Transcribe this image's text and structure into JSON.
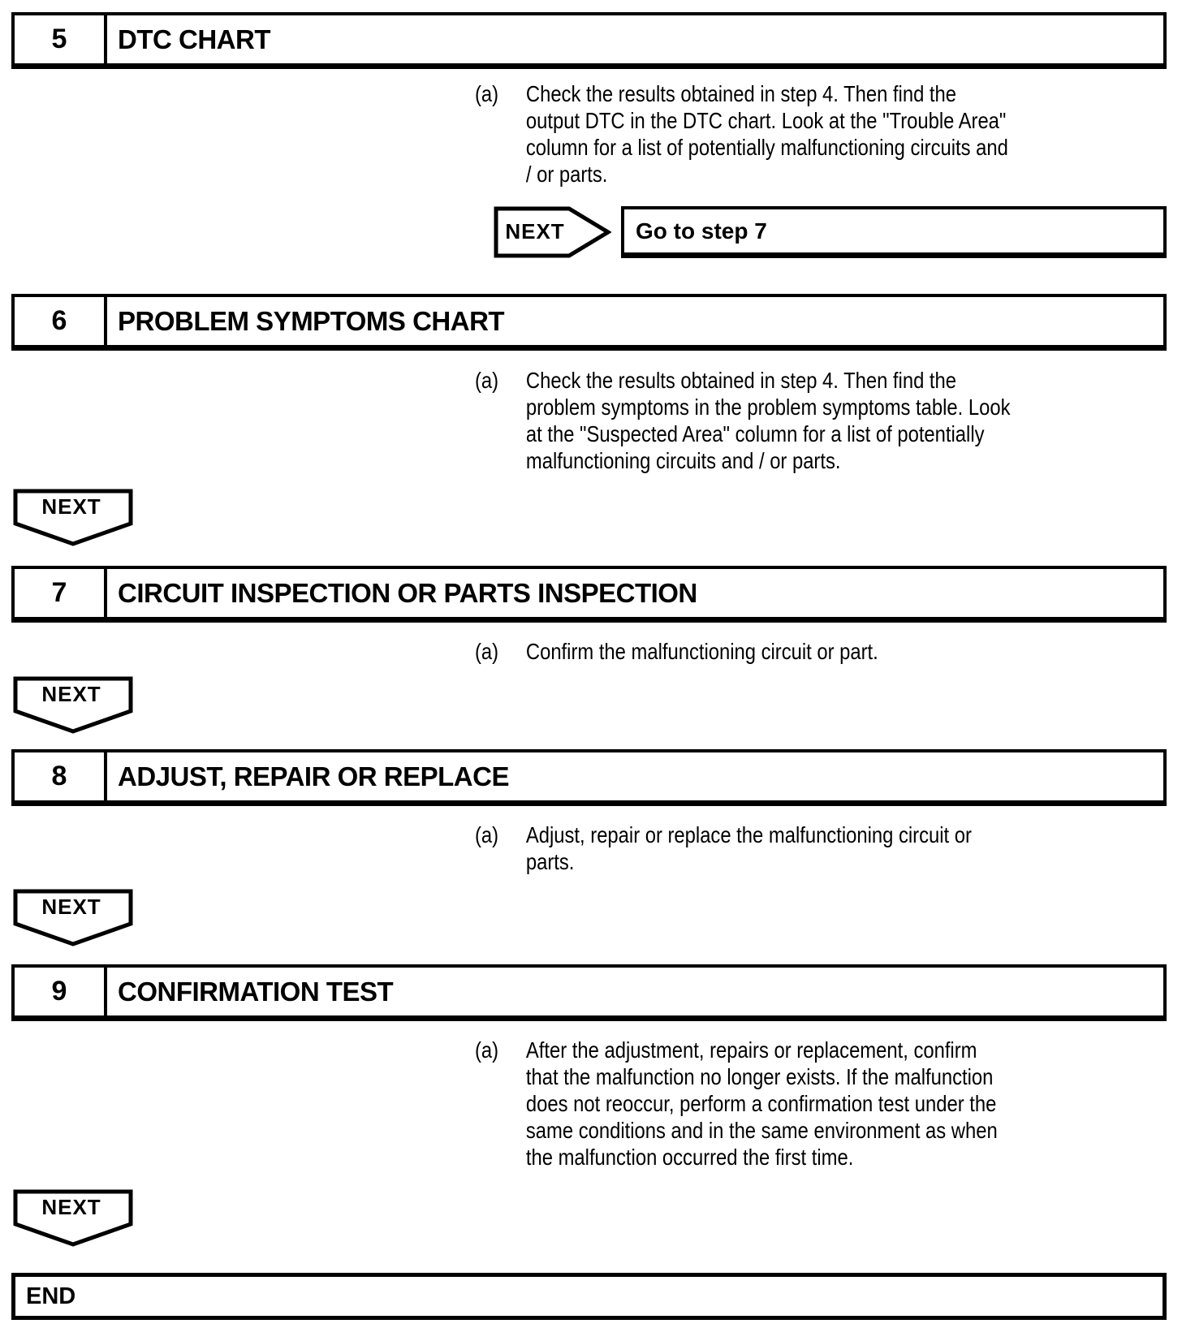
{
  "next_label": "NEXT",
  "end_label": "END",
  "steps": [
    {
      "number": "5",
      "title": "DTC CHART",
      "item_label": "(a)",
      "lines": [
        "Check the results obtained in step 4. Then find the",
        "output DTC in the DTC chart. Look at the \"Trouble Area\"",
        "column for a list of potentially malfunctioning circuits and",
        "/ or parts."
      ],
      "next_result": "Go to step 7"
    },
    {
      "number": "6",
      "title": "PROBLEM SYMPTOMS CHART",
      "item_label": "(a)",
      "lines": [
        "Check the results obtained in step 4. Then find the",
        "problem symptoms in the problem symptoms table. Look",
        "at the \"Suspected Area\" column for a list of potentially",
        "malfunctioning circuits and / or parts."
      ]
    },
    {
      "number": "7",
      "title": "CIRCUIT INSPECTION OR PARTS INSPECTION",
      "item_label": "(a)",
      "lines": [
        "Confirm the malfunctioning circuit or part."
      ]
    },
    {
      "number": "8",
      "title": "ADJUST, REPAIR OR REPLACE",
      "item_label": "(a)",
      "lines": [
        "Adjust, repair or replace the malfunctioning circuit or",
        "parts."
      ]
    },
    {
      "number": "9",
      "title": "CONFIRMATION TEST",
      "item_label": "(a)",
      "lines": [
        "After the adjustment, repairs or replacement, confirm",
        "that the malfunction no longer exists. If the malfunction",
        "does not reoccur, perform a confirmation test under the",
        "same conditions and in the same environment as when",
        "the malfunction occurred the first time."
      ]
    }
  ]
}
